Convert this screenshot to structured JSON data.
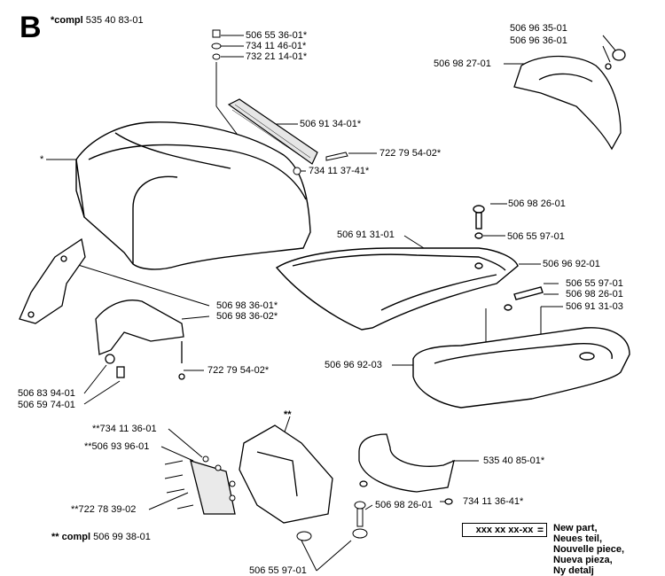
{
  "section_letter": "B",
  "header": {
    "prefix": "*compl",
    "number": "535 40 83-01"
  },
  "footer_compl": {
    "prefix": "** compl",
    "number": "506 99 38-01"
  },
  "labels": {
    "bolt_top": "506 55 36-01*",
    "washer_top": "734 11 46-01*",
    "nut_top": "732 21 14-01*",
    "screen": "506 91 34-01*",
    "pin_mid": "722 79 54-02*",
    "nut_mid": "734 11 37-41*",
    "star": "*",
    "knob_1": "506 96 35-01",
    "knob_2": "506 96 36-01",
    "upper_shield": "506 98 27-01",
    "bolt_right": "506 98 26-01",
    "washer_right": "506 55 97-01",
    "tray": "506 91 31-01",
    "tray_right": "506 96 92-01",
    "washer_r2": "506 55 97-01",
    "bolt_r2": "506 98 26-01",
    "lower_frame": "506 91 31-03",
    "lower_frame_left": "506 96 92-03",
    "bracket_1": "506 98 36-01*",
    "bracket_2": "506 98 36-02*",
    "pin_bottom": "722 79 54-02*",
    "washer_left": "506 83 94-01",
    "screw_left": "506 59 74-01",
    "double_star": "**",
    "nut_bl": "**734 11 36-01",
    "clip_bl": "**506 93 96-01",
    "screw_bl": "**722 78 39-02",
    "curved_guard": "535 40 85-01*",
    "bolt_bottom": "506 98 26-01",
    "nut_bottom": "734 11 36-41*",
    "washer_bottom": "506 55 97-01"
  },
  "legend": {
    "code": "xxx xx xx-xx",
    "equals": "=",
    "lines": [
      "New part,",
      "Neues teil,",
      "Nouvelle piece,",
      "Nueva pieza,",
      "Ny detalj"
    ]
  },
  "colors": {
    "ink": "#000000",
    "paper": "#ffffff",
    "fill": "#f2f2f2"
  }
}
